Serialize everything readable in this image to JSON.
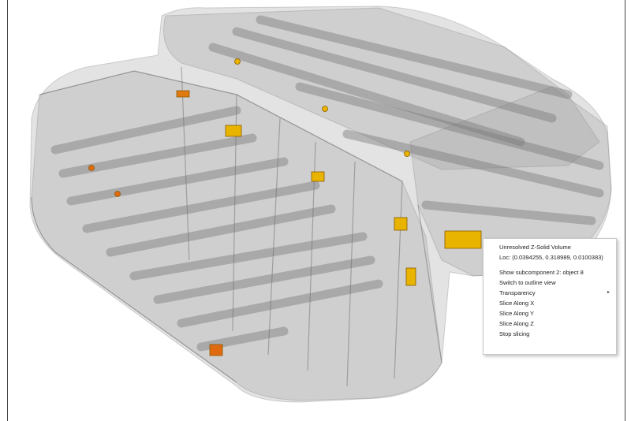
{
  "context_menu": {
    "items": [
      {
        "label": "Unresolved Z-Solid Volume",
        "submenu": false
      },
      {
        "label": "Loc: (0.0394255, 0.318989, 0.0100383)",
        "submenu": false
      },
      {
        "label": "Show subcomponent 2: object 8",
        "submenu": false
      },
      {
        "label": "Switch to outline view",
        "submenu": false
      },
      {
        "label": "Transparency",
        "submenu": true
      },
      {
        "label": "Slice Along X",
        "submenu": false
      },
      {
        "label": "Slice Along Y",
        "submenu": false
      },
      {
        "label": "Slice Along Z",
        "submenu": false
      },
      {
        "label": "Stop slicing",
        "submenu": false
      }
    ],
    "submenu_arrow": "▸"
  },
  "colors": {
    "model_fill": "#9a9a9a",
    "model_edge": "#8a8a8a",
    "marker_yellow": "#e8b400",
    "marker_orange": "#e06a10"
  }
}
